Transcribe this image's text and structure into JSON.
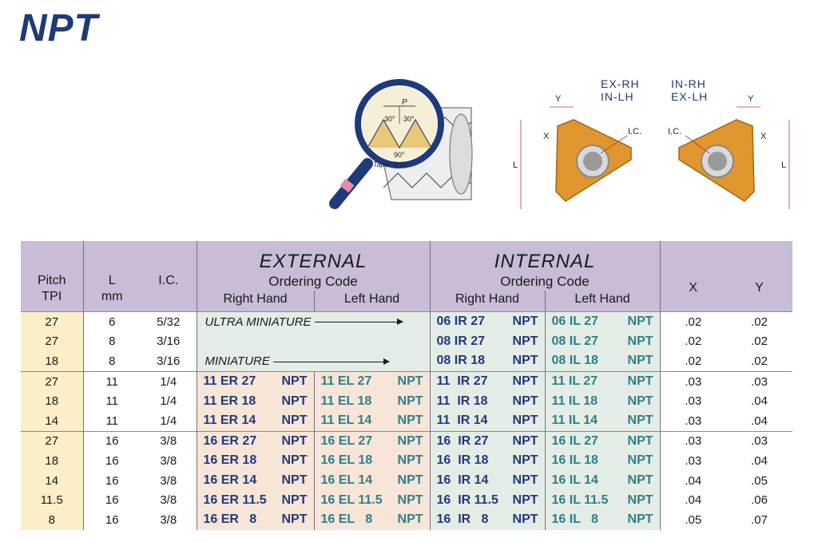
{
  "title": "NPT",
  "illustration": {
    "p_label": "P",
    "angle_left": "30°",
    "angle_right": "30°",
    "angle_90": "90°",
    "taper": "Taper 1:16"
  },
  "insert_diagram": {
    "left_label_1": "EX-RH",
    "left_label_2": "IN-LH",
    "right_label_1": "IN-RH",
    "right_label_2": "EX-LH",
    "dim_y": "Y",
    "dim_x": "X",
    "dim_l": "L",
    "dim_ic": "I.C."
  },
  "table": {
    "headers": {
      "pitch": "Pitch",
      "tpi": "TPI",
      "l": "L",
      "mm": "mm",
      "ic": "I.C.",
      "external": "EXTERNAL",
      "internal": "INTERNAL",
      "ordering_code": "Ordering Code",
      "right_hand": "Right Hand",
      "left_hand": "Left Hand",
      "x": "X",
      "y": "Y"
    },
    "ultra_miniature": "ULTRA MINIATURE",
    "miniature": "MINIATURE",
    "rows": [
      {
        "pitch": "27",
        "l": "6",
        "ic": "5/32",
        "ext_rh": "",
        "ext_lh": "",
        "int_rh": "06 IR 27",
        "int_lh": "06 IL 27",
        "x": ".02",
        "y": ".02"
      },
      {
        "pitch": "27",
        "l": "8",
        "ic": "3/16",
        "ext_rh": "",
        "ext_lh": "",
        "int_rh": "08 IR 27",
        "int_lh": "08 IL 27",
        "x": ".02",
        "y": ".02"
      },
      {
        "pitch": "18",
        "l": "8",
        "ic": "3/16",
        "ext_rh": "",
        "ext_lh": "",
        "int_rh": "08 IR 18",
        "int_lh": "08 IL 18",
        "x": ".02",
        "y": ".02"
      },
      {
        "pitch": "27",
        "l": "11",
        "ic": "1/4",
        "ext_rh": "11 ER 27",
        "ext_lh": "11 EL 27",
        "int_rh": "11  IR 27",
        "int_lh": "11 IL 27",
        "x": ".03",
        "y": ".03"
      },
      {
        "pitch": "18",
        "l": "11",
        "ic": "1/4",
        "ext_rh": "11 ER 18",
        "ext_lh": "11 EL 18",
        "int_rh": "11  IR 18",
        "int_lh": "11 IL 18",
        "x": ".03",
        "y": ".04"
      },
      {
        "pitch": "14",
        "l": "11",
        "ic": "1/4",
        "ext_rh": "11 ER 14",
        "ext_lh": "11 EL 14",
        "int_rh": "11  IR 14",
        "int_lh": "11 IL 14",
        "x": ".03",
        "y": ".04"
      },
      {
        "pitch": "27",
        "l": "16",
        "ic": "3/8",
        "ext_rh": "16 ER 27",
        "ext_lh": "16 EL 27",
        "int_rh": "16  IR 27",
        "int_lh": "16 IL 27",
        "x": ".03",
        "y": ".03"
      },
      {
        "pitch": "18",
        "l": "16",
        "ic": "3/8",
        "ext_rh": "16 ER 18",
        "ext_lh": "16 EL 18",
        "int_rh": "16  IR 18",
        "int_lh": "16 IL 18",
        "x": ".03",
        "y": ".04"
      },
      {
        "pitch": "14",
        "l": "16",
        "ic": "3/8",
        "ext_rh": "16 ER 14",
        "ext_lh": "16 EL 14",
        "int_rh": "16  IR 14",
        "int_lh": "16 IL 14",
        "x": ".04",
        "y": ".05"
      },
      {
        "pitch": "11.5",
        "l": "16",
        "ic": "3/8",
        "ext_rh": "16 ER 11.5",
        "ext_lh": "16 EL 11.5",
        "int_rh": "16  IR 11.5",
        "int_lh": "16 IL 11.5",
        "x": ".04",
        "y": ".06"
      },
      {
        "pitch": "8",
        "l": "16",
        "ic": "3/8",
        "ext_rh": "16 ER   8",
        "ext_lh": "16 EL   8",
        "int_rh": "16  IR   8",
        "int_lh": "16 IL   8",
        "x": ".05",
        "y": ".07"
      }
    ],
    "npt": "NPT"
  },
  "colors": {
    "header_bg": "#c9bcd6",
    "pitch_col_bg": "#fbefc8",
    "external_bg": "#f7e5d8",
    "internal_bg": "#e4ece6",
    "code_navy": "#1f3a7a",
    "code_teal": "#2d7f8a",
    "insert_orange": "#e0962e"
  }
}
